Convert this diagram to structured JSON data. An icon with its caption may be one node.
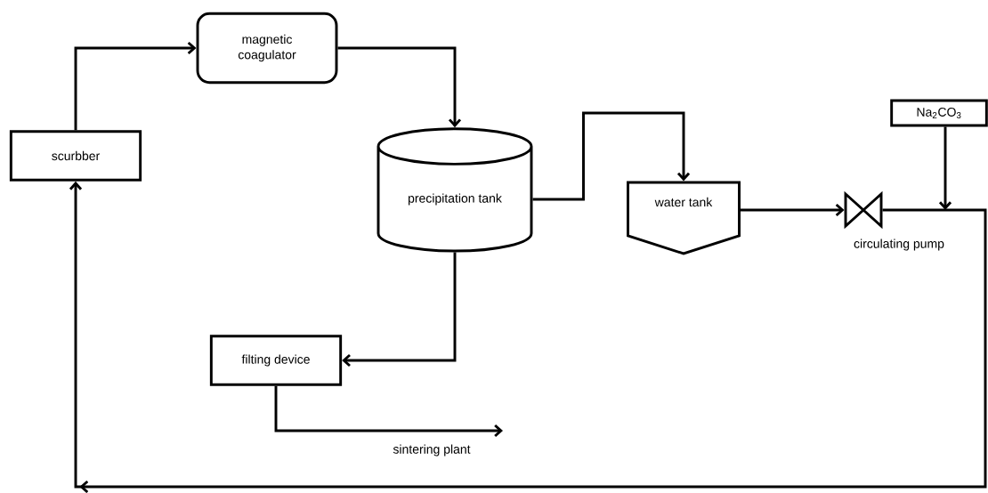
{
  "diagram": {
    "nodes": [
      {
        "text": [
          "scurbber"
        ]
      },
      {
        "text": [
          "magnetic coagulator"
        ]
      },
      {
        "text": [
          "precipitation tank"
        ]
      },
      {
        "text": [
          "water tank"
        ]
      },
      {
        "text": [
          "Na$_{2}$CO$_{3}$"
        ]
      },
      {
        "text": [],
        "shape": "valve",
        "beside": [
          "circulating pump"
        ]
      },
      {
        "text": [
          "filting device"
        ]
      }
    ],
    "edges": [
      {
        "from": 0,
        "to": 1,
        "arrow": "to"
      },
      {
        "from": 1,
        "to": 2,
        "arrow": "to"
      },
      {
        "from": 2,
        "to": 3,
        "arrow": "to"
      },
      {
        "from": 3,
        "to": 5,
        "arrow": "to"
      },
      {
        "from": 4,
        "to": null,
        "arrow": "to"
      },
      {
        "from": 5,
        "to": 0,
        "arrow": "to"
      },
      {
        "from": 2,
        "to": 6,
        "arrow": "to"
      },
      {
        "from": 6,
        "to": null,
        "arrow": "to",
        "label": "sintering plant"
      }
    ]
  }
}
